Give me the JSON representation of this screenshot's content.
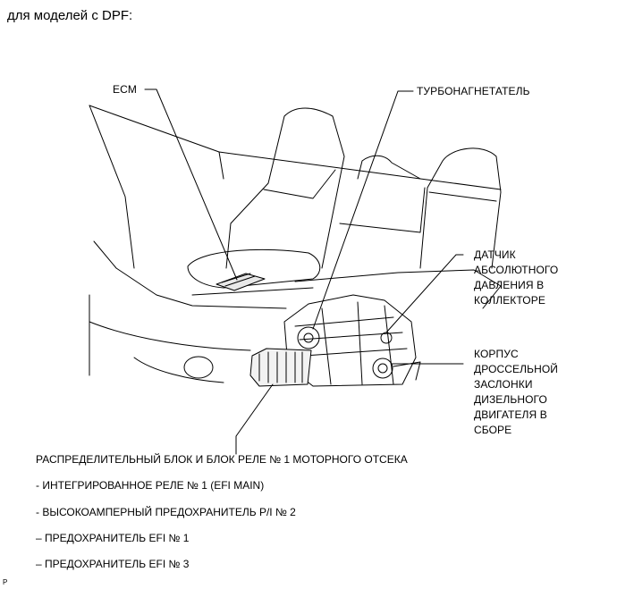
{
  "heading": "для моделей с DPF:",
  "labels": {
    "ecm": "ECM",
    "turbo": "ТУРБОНАГНЕТАТЕЛЬ",
    "map_sensor": [
      "ДАТЧИК",
      "АБСОЛЮТНОГО",
      "ДАВЛЕНИЯ В",
      "КОЛЛЕКТОРЕ"
    ],
    "throttle_body": [
      "КОРПУС",
      "ДРОССЕЛЬНОЙ",
      "ЗАСЛОНКИ",
      "ДИЗЕЛЬНОГО",
      "ДВИГАТЕЛЯ В",
      "СБОРЕ"
    ]
  },
  "relay_block": {
    "title": "РАСПРЕДЕЛИТЕЛЬНЫЙ БЛОК И БЛОК РЕЛЕ № 1 МОТОРНОГО ОТСЕКА",
    "items": [
      "- ИНТЕГРИРОВАННОЕ РЕЛЕ № 1 (EFI MAIN)",
      "- ВЫСОКОАМПЕРНЫЙ ПРЕДОХРАНИТЕЛЬ P/I № 2",
      "– ПРЕДОХРАНИТЕЛЬ EFI № 1",
      "– ПРЕДОХРАНИТЕЛЬ EFI № 3"
    ]
  },
  "corner_mark": "P"
}
